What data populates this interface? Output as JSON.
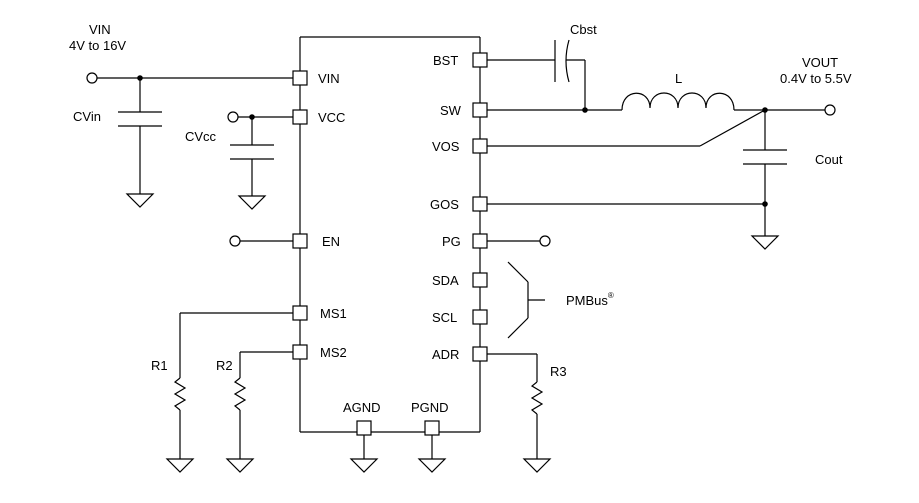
{
  "source": {
    "label": "VIN",
    "range": "4V to 16V"
  },
  "output": {
    "label": "VOUT",
    "range": "0.4V to 5.5V"
  },
  "components": {
    "cvin": "CVin",
    "cvcc": "CVcc",
    "cbst": "Cbst",
    "inductor": "L",
    "cout": "Cout",
    "r1": "R1",
    "r2": "R2",
    "r3": "R3"
  },
  "ic_pins": {
    "vin": "VIN",
    "vcc": "VCC",
    "en": "EN",
    "ms1": "MS1",
    "ms2": "MS2",
    "agnd": "AGND",
    "pgnd": "PGND",
    "bst": "BST",
    "sw": "SW",
    "vos": "VOS",
    "gos": "GOS",
    "pg": "PG",
    "sda": "SDA",
    "scl": "SCL",
    "adr": "ADR"
  },
  "bus": {
    "label": "PMBus",
    "mark": "®"
  }
}
